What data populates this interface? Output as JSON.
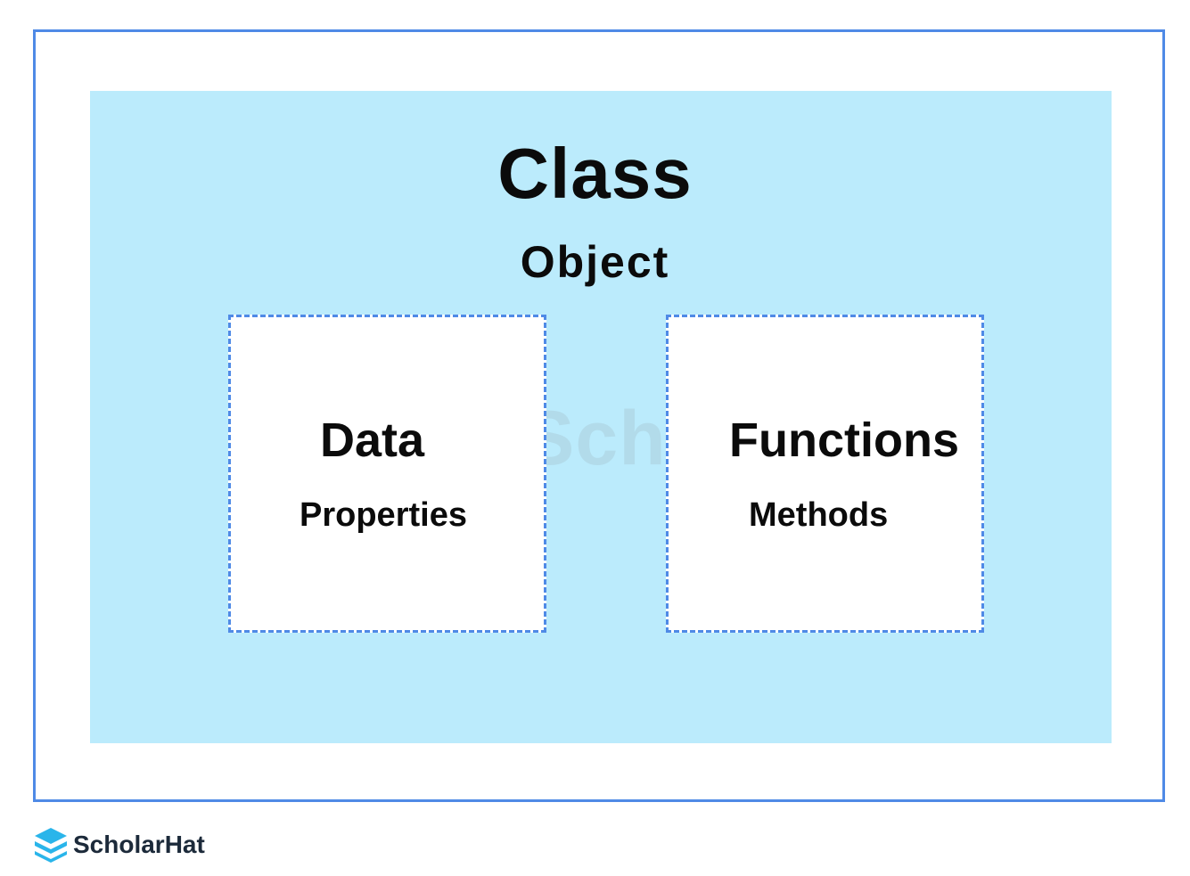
{
  "diagram": {
    "title": "Class",
    "subtitle": "Object",
    "boxes": [
      {
        "heading": "Data",
        "caption": "Properties"
      },
      {
        "heading": "Functions",
        "caption": "Methods"
      }
    ]
  },
  "watermark": {
    "text": "ScholarHat",
    "icon": "scholarhat-logo-icon"
  },
  "brand": {
    "name": "ScholarHat",
    "icon": "scholarhat-logo-icon"
  },
  "colors": {
    "frame_border": "#4f8ae6",
    "class_fill": "#bbebfc",
    "box_fill": "#ffffff",
    "text": "#0b0b0b",
    "brand_logo": "#2ab5ea"
  }
}
